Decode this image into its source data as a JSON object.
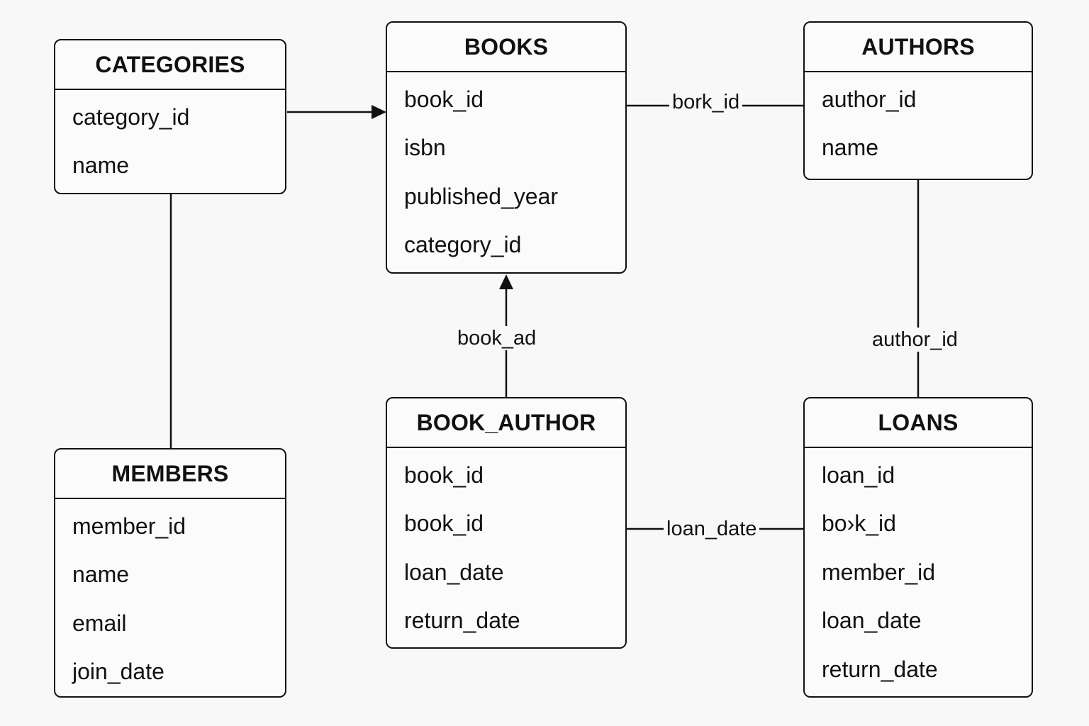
{
  "entities": {
    "categories": {
      "title": "CATEGORIES",
      "fields": [
        "category_id",
        "name"
      ]
    },
    "books": {
      "title": "BOOKS",
      "fields": [
        "book_id",
        "isbn",
        "published_year",
        "category_id"
      ]
    },
    "authors": {
      "title": "AUTHORS",
      "fields": [
        "author_id",
        "name"
      ]
    },
    "members": {
      "title": "MEMBERS",
      "fields": [
        "member_id",
        "name",
        "email",
        "join_date"
      ]
    },
    "book_author": {
      "title": "BOOK_AUTHOR",
      "fields": [
        "book_id",
        "book_id",
        "loan_date",
        "return_date"
      ]
    },
    "loans": {
      "title": "LOANS",
      "fields": [
        "loan_id",
        "bo›k_id",
        "member_id",
        "loan_date",
        "return_date"
      ]
    }
  },
  "relationships": {
    "books_authors": {
      "label": "bork_id"
    },
    "book_author_books": {
      "label": "book_ad"
    },
    "authors_loans": {
      "label": "author_id"
    },
    "book_author_loans": {
      "label": "loan_date"
    }
  }
}
